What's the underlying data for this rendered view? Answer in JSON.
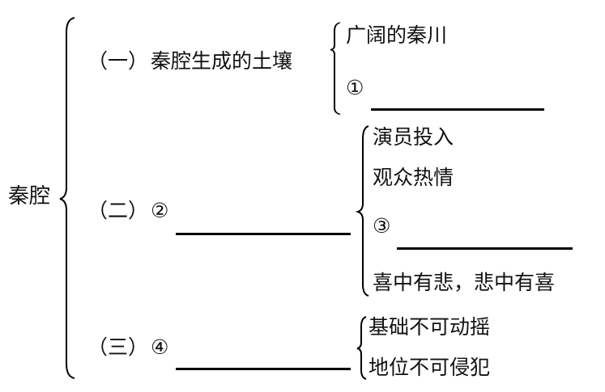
{
  "root": "秦腔",
  "sections": [
    {
      "label": "（一）",
      "title": "秦腔生成的土壤",
      "items": [
        "广阔的秦川",
        "①"
      ]
    },
    {
      "label": "（二）",
      "title": "②",
      "items": [
        "演员投入",
        "观众热情",
        "③",
        "喜中有悲，悲中有喜"
      ]
    },
    {
      "label": "（三）",
      "title": "④",
      "items": [
        "基础不可动摇",
        "地位不可侵犯"
      ]
    }
  ]
}
